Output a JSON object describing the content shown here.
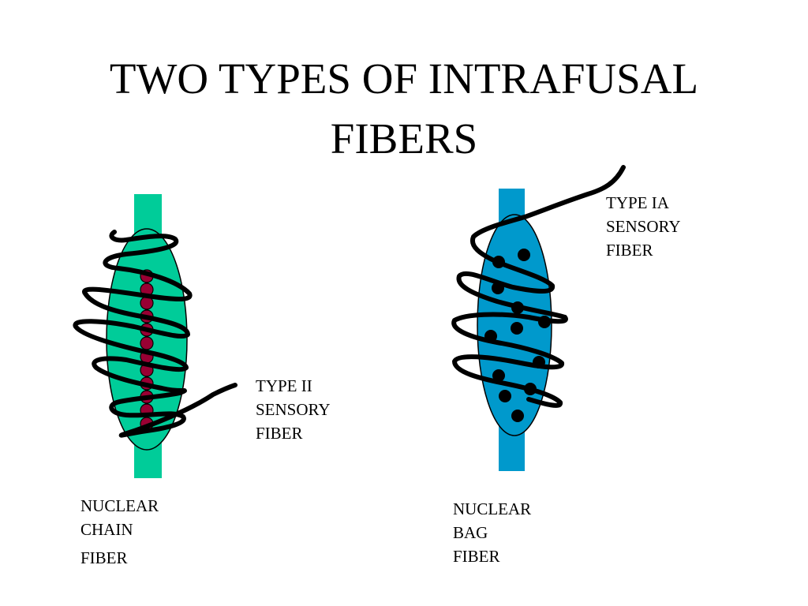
{
  "title": {
    "line1": "TWO TYPES OF INTRAFUSAL",
    "line2": "FIBERS"
  },
  "labels": {
    "type_ii": [
      "TYPE II",
      "SENSORY",
      "FIBER"
    ],
    "type_ia": [
      "TYPE IA",
      "SENSORY",
      "FIBER"
    ],
    "nuclear_chain": [
      "NUCLEAR",
      "CHAIN",
      "FIBER"
    ],
    "nuclear_bag": [
      "NUCLEAR",
      "BAG",
      "FIBER"
    ]
  },
  "colors": {
    "chain_fiber": "#00cc99",
    "chain_nuclei": "#990033",
    "bag_fiber": "#0099cc",
    "bag_nuclei": "#000000",
    "nerve_wrap": "#000000"
  }
}
